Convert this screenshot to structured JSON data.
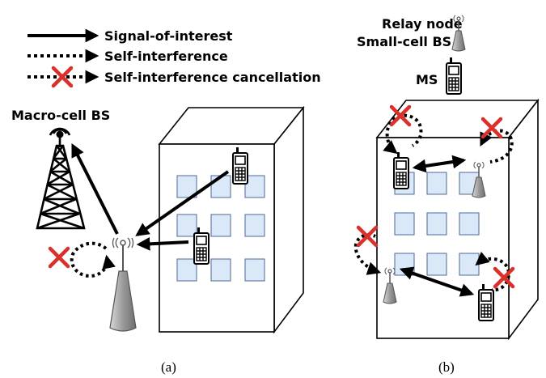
{
  "legend": {
    "signal": "Signal-of-interest",
    "self_interference": "Self-interference",
    "cancellation": "Self-interference cancellation"
  },
  "panel_a": {
    "macro_label": "Macro-cell BS",
    "caption": "(a)"
  },
  "panel_b": {
    "relay_label": "Relay node",
    "smallcell_label": "Small-cell BS",
    "ms_label": "MS",
    "caption": "(b)"
  },
  "colors": {
    "window_fill": "#dbe8f7",
    "window_stroke": "#4a6a9a",
    "cross": "#d9302a",
    "antenna_gray": "#8a8a8a"
  },
  "icons": [
    "arrow-icon",
    "dotted-arrow-icon",
    "cross-icon",
    "tower-icon",
    "antenna-icon",
    "phone-icon",
    "building-icon"
  ]
}
